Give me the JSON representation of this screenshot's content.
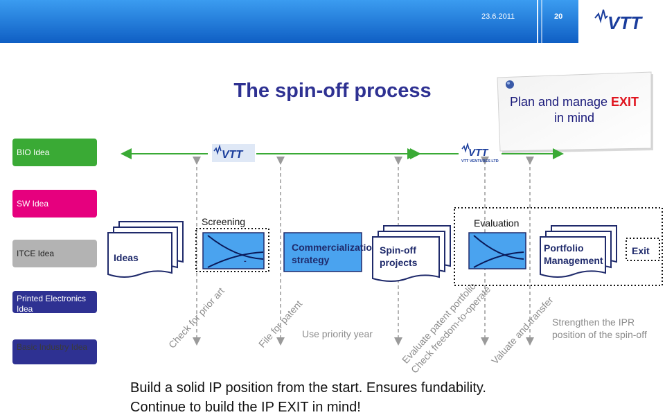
{
  "header": {
    "date": "23.6.2011",
    "page_number": "20",
    "logo_text": "VTT",
    "color_top": "#2f8fe0",
    "color_bottom": "#1564c0"
  },
  "title": "The spin-off process",
  "sticky_note": {
    "line1_prefix": "Plan and manage ",
    "line1_emphasis": "EXIT",
    "line2": "in mind",
    "emphasis_color": "#e0141e"
  },
  "logos": {
    "vtt": "VTT",
    "vtt_ventures": "VTT",
    "vtt_ventures_caption": "VTT VENTURES LTD"
  },
  "idea_types": [
    {
      "label": "BIO Idea",
      "color": "#3aaa35"
    },
    {
      "label": "SW Idea",
      "color": "#e6007e"
    },
    {
      "label": "ITCE Idea",
      "color": "#b3b3b3"
    },
    {
      "label": "Printed Electronics Idea",
      "color": "#2e3192"
    },
    {
      "label": "Basic Industry Idea",
      "color": "#2e3192"
    }
  ],
  "process": {
    "screening_label": "Screening",
    "evaluation_label": "Evaluation",
    "ideas": "Ideas",
    "commercialization_line1": "Commercializatio",
    "commercialization_line2": "strategy",
    "spinoff_line1": "Spin-off",
    "spinoff_line2": "projects",
    "portfolio_line1": "Portfolio",
    "portfolio_line2": "Management",
    "exit": "Exit",
    "screen_symbol": "-"
  },
  "ip_actions": {
    "check_prior_art": "Check for prior art",
    "file_for_patent": "File for patent",
    "use_priority_year": "Use priority year",
    "evaluate_portfolio": "Evaluate patent portfolio",
    "check_fto": "Check freedom-to-operate",
    "valuate_transfer": "Valuate and transfer",
    "strengthen_line1": "Strengthen the IPR",
    "strengthen_line2": "position of the spin-off"
  },
  "footer": {
    "line1": "Build a solid IP position from the start. Ensures fundability.",
    "line2": "Continue to build the IP EXIT in mind!"
  }
}
